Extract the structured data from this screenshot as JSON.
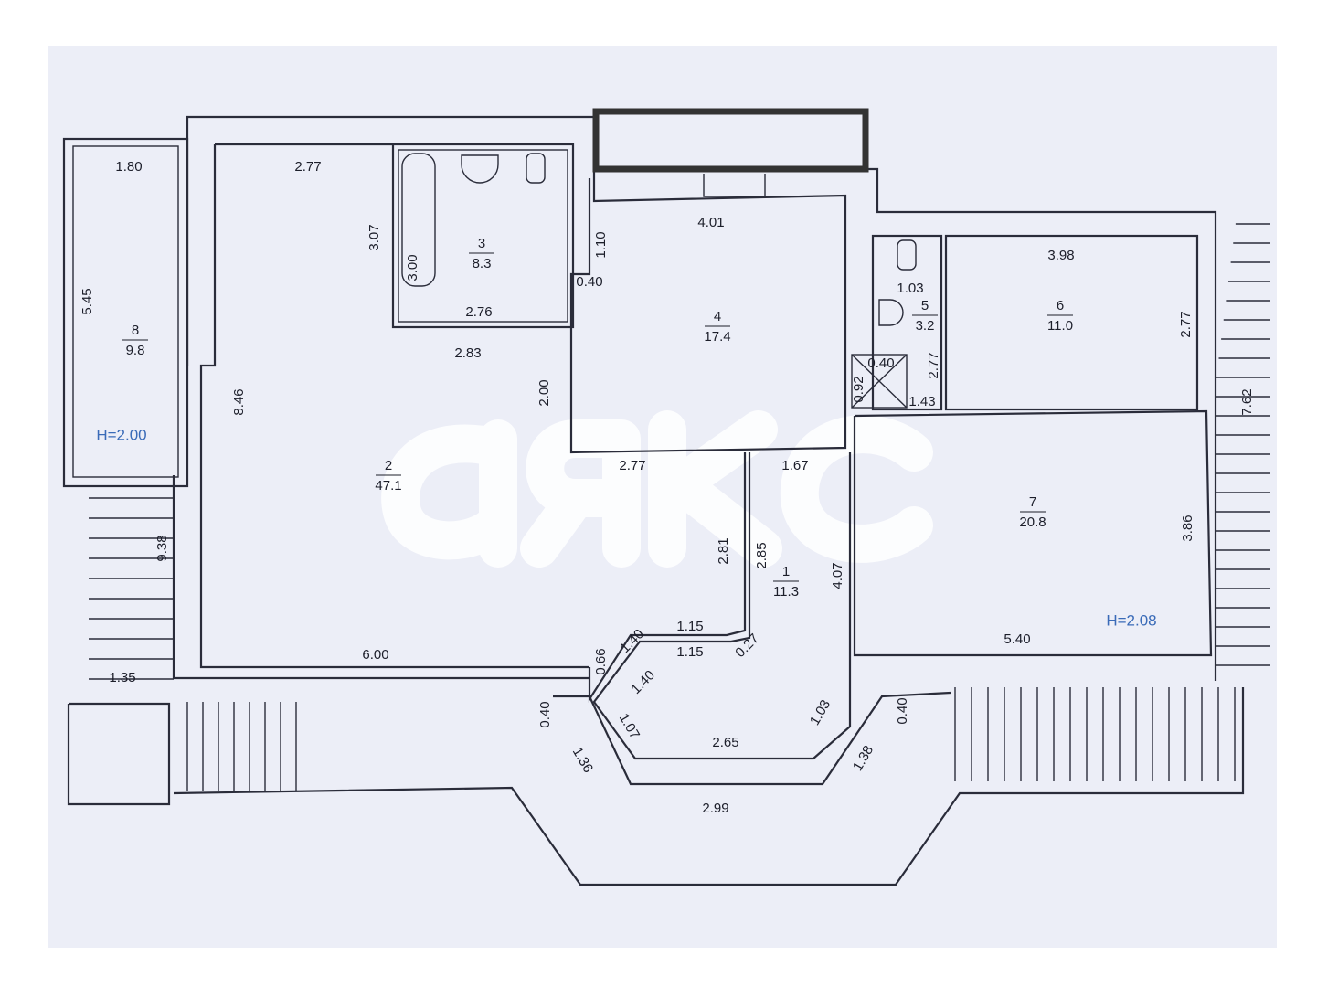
{
  "watermark": "аякс",
  "rooms": [
    {
      "number": "1",
      "area": "11.3"
    },
    {
      "number": "2",
      "area": "47.1"
    },
    {
      "number": "3",
      "area": "8.3"
    },
    {
      "number": "4",
      "area": "17.4"
    },
    {
      "number": "5",
      "area": "3.2"
    },
    {
      "number": "6",
      "area": "11.0"
    },
    {
      "number": "7",
      "area": "20.8"
    },
    {
      "number": "8",
      "area": "9.8"
    }
  ],
  "ceiling_heights": [
    "H=2.00",
    "H=2.08"
  ],
  "dimensions": [
    "1.80",
    "2.77",
    "3.07",
    "3.00",
    "2.76",
    "2.83",
    "2.00",
    "8.46",
    "5.45",
    "9.38",
    "1.35",
    "6.00",
    "1.10",
    "0.40",
    "4.01",
    "2.77",
    "1.67",
    "2.81",
    "2.85",
    "4.07",
    "1.15",
    "1.15",
    "0.27",
    "1.40",
    "1.40",
    "0.66",
    "1.07",
    "2.65",
    "1.03",
    "0.40",
    "1.36",
    "2.99",
    "1.38",
    "0.40",
    "1.03",
    "2.77",
    "0.40",
    "0.92",
    "1.43",
    "3.98",
    "2.77",
    "7.62",
    "3.86",
    "5.40"
  ],
  "colors": {
    "paper": "#eceef7",
    "lines": "#2a2c3a",
    "height_label": "#3a6bb8",
    "redaction": "#333333"
  }
}
